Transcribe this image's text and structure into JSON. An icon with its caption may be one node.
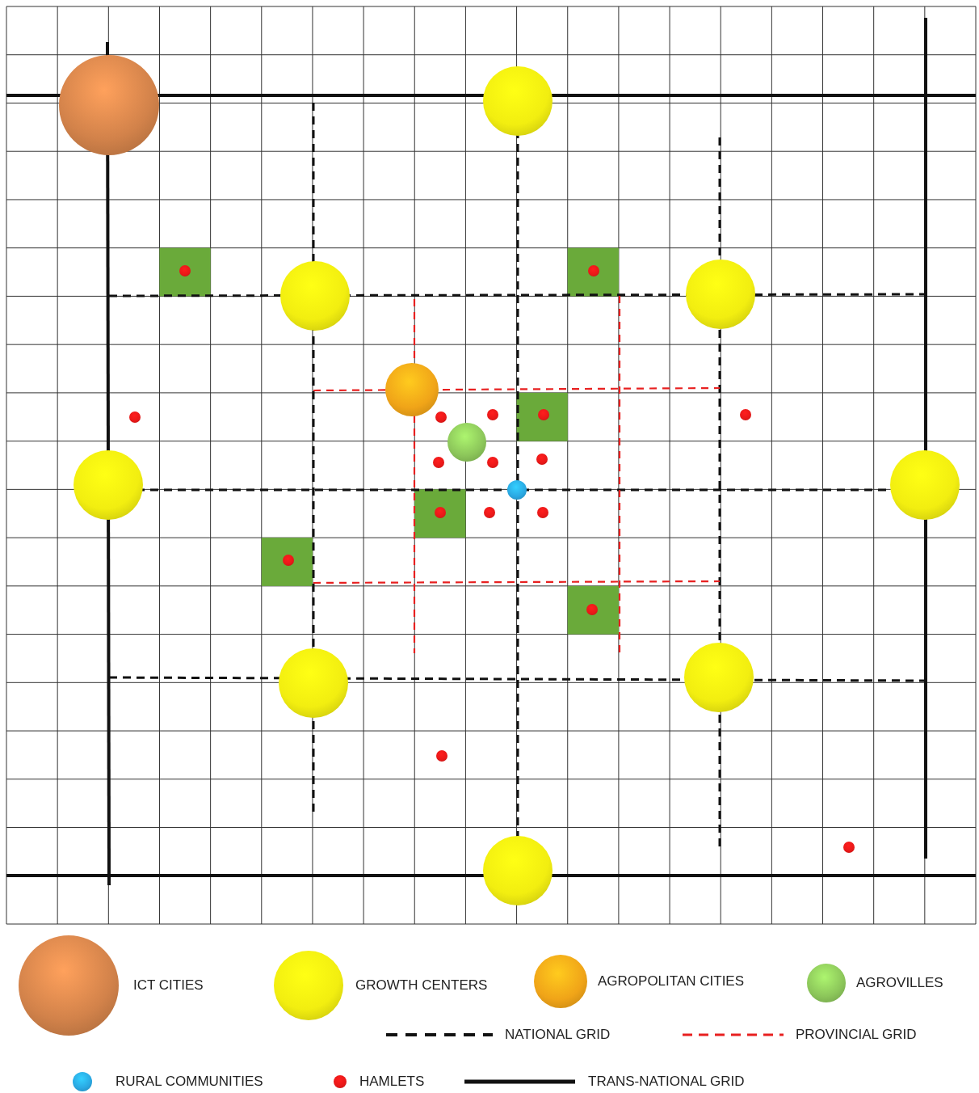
{
  "diagram": {
    "legend": [
      {
        "text": "ICT CITIES",
        "color": "#d2824a"
      },
      {
        "text": "GROWTH CENTERS",
        "color": "#f2ee10"
      },
      {
        "text": "AGROPOLITAN CITIES",
        "color": "#f0a418"
      },
      {
        "text": "AGROVILLES",
        "color": "#8cc65a"
      },
      {
        "text": "NATIONAL GRID"
      },
      {
        "text": "PROVINCIAL GRID"
      },
      {
        "text": "RURAL COMMUNITIES",
        "color": "#2aa8e2"
      },
      {
        "text": "HAMLETS",
        "color": "#e81818"
      },
      {
        "text": "TRANS-NATIONAL GRID"
      }
    ]
  }
}
